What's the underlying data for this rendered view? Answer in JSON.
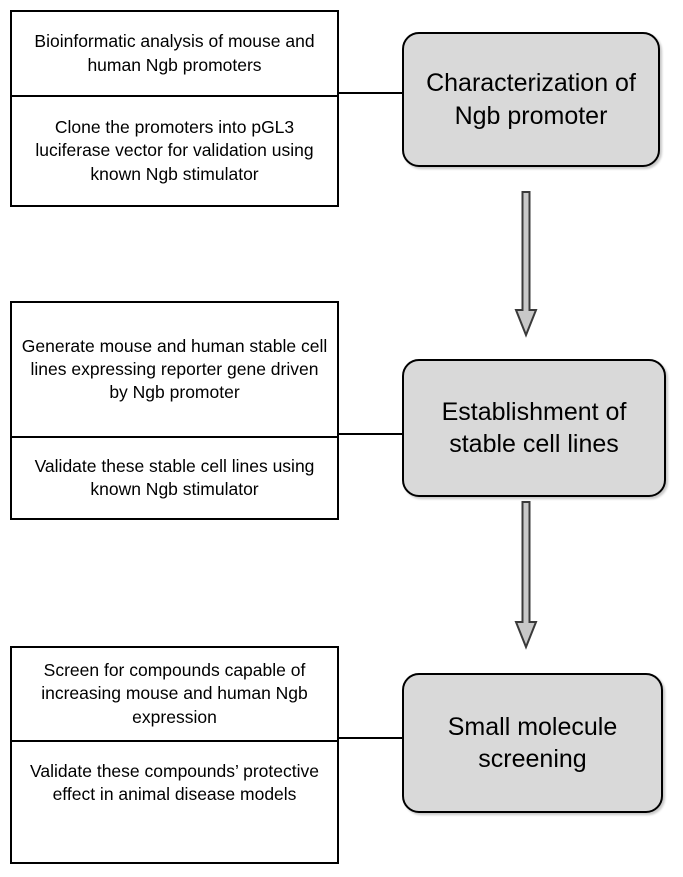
{
  "diagram": {
    "title": "Ngb promoter research workflow flowchart",
    "colors": {
      "stage_fill": "#d9d9d9",
      "stage_border": "#000000",
      "task_fill": "#ffffff",
      "task_border": "#000000",
      "arrow_fill": "#c8c8c8",
      "arrow_border": "#3a3a3a"
    },
    "stages": [
      {
        "id": "characterization",
        "label": "Characterization of Ngb promoter",
        "tasks": [
          "Bioinformatic analysis of mouse and human Ngb promoters",
          "Clone the promoters into pGL3 luciferase vector for validation using known Ngb stimulator"
        ]
      },
      {
        "id": "stable-cell-lines",
        "label": "Establishment of stable cell lines",
        "tasks": [
          "Generate mouse and human stable cell lines expressing reporter gene driven by Ngb promoter",
          "Validate these stable cell lines using known Ngb stimulator"
        ]
      },
      {
        "id": "small-molecule-screening",
        "label": "Small molecule screening",
        "tasks": [
          "Screen for compounds capable of increasing mouse and human Ngb expression",
          "Validate these compounds’ protective effect in animal disease models",
          ""
        ]
      }
    ],
    "arrows": [
      {
        "id": "arrow-characterization-to-stable",
        "direction": "down"
      },
      {
        "id": "arrow-stable-to-screening",
        "direction": "down"
      }
    ]
  }
}
